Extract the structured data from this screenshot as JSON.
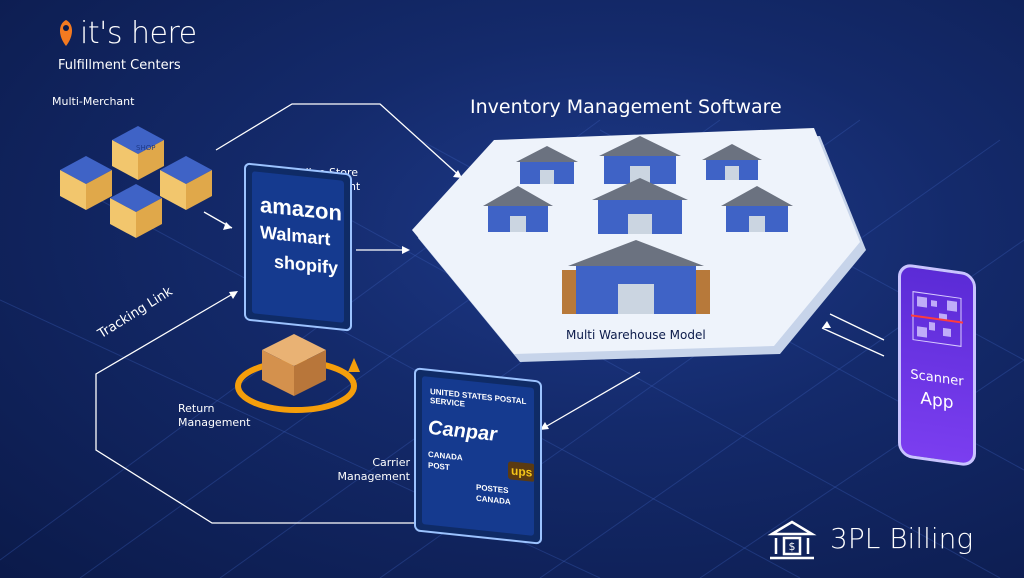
{
  "brand": {
    "name": "it's here",
    "subtitle": "Fulfillment Centers"
  },
  "labels": {
    "multi_merchant": "Multi-Merchant",
    "online_store": "Online Store Management",
    "inventory_title": "Inventory Management Software",
    "multi_warehouse": "Multi Warehouse Model",
    "tracking_link": "Tracking Link",
    "return_mgmt": "Return Management",
    "carrier_mgmt": "Carrier Management",
    "billing": "3PL Billing"
  },
  "stores": {
    "amazon": "amazon",
    "walmart": "Walmart",
    "shopify": "shopify"
  },
  "carriers": {
    "usps": "UNITED STATES POSTAL SERVICE",
    "canpar": "Canpar",
    "canada_post": "CANADA POST",
    "postes": "POSTES CANADA",
    "ups": "ups"
  },
  "scanner": {
    "line1": "Scanner",
    "line2": "App"
  },
  "shop_sign": "SHOP",
  "icons": {
    "brand": "location-pin-icon",
    "billing": "bank-icon",
    "return": "package-icon",
    "scanner": "qr-code-icon"
  },
  "colors": {
    "accent": "#f47a20",
    "background": "#142a6b",
    "platform": "#eef3fb",
    "scanner": "#6a35e6"
  }
}
